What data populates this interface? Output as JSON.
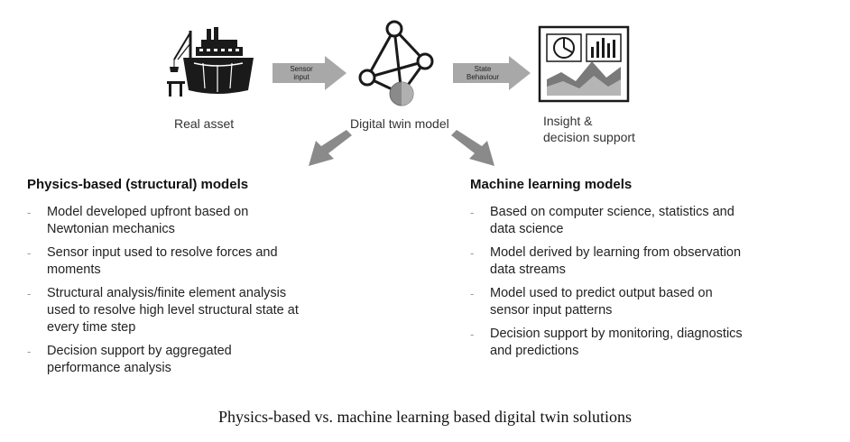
{
  "flow": {
    "real_asset_label": "Real asset",
    "sensor_arrow_label_line1": "Sensor",
    "sensor_arrow_label_line2": "input",
    "twin_label": "Digital twin model",
    "state_arrow_label_line1": "State",
    "state_arrow_label_line2": "Behaviour",
    "insight_label_line1": "Insight &",
    "insight_label_line2": "decision support"
  },
  "physics": {
    "title": "Physics-based (structural) models",
    "items": [
      {
        "line1": "Model developed upfront based on",
        "line2": "Newtonian mechanics",
        "line3": ""
      },
      {
        "line1": "Sensor input used to resolve forces and",
        "line2": "moments",
        "line3": ""
      },
      {
        "line1": "Structural analysis/finite element analysis",
        "line2": "used to resolve high level structural state at",
        "line3": "every time step"
      },
      {
        "line1": "Decision support by aggregated",
        "line2": "performance analysis",
        "line3": ""
      }
    ]
  },
  "ml": {
    "title": "Machine learning models",
    "items": [
      {
        "line1": "Based on computer science, statistics and",
        "line2": "data science"
      },
      {
        "line1": "Model derived by learning from observation",
        "line2": "data streams"
      },
      {
        "line1": "Model used to predict output based on",
        "line2": "sensor input patterns"
      },
      {
        "line1": "Decision support by monitoring, diagnostics",
        "line2": "and predictions"
      }
    ]
  },
  "bullet_marker": "-",
  "caption": "Physics-based vs. machine learning based digital twin solutions",
  "colors": {
    "arrow_fill": "#a8a8a8",
    "icon_stroke": "#1a1a1a",
    "chart_dark": "#7a7a7a",
    "chart_light": "#b5b5b5"
  }
}
